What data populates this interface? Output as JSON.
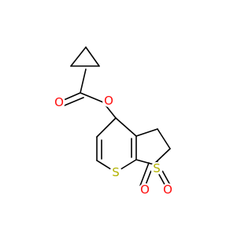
{
  "molecule": {
    "atoms": [
      {
        "id": "O_carbonyl",
        "symbol": "O",
        "color": "#ff0d0d"
      },
      {
        "id": "O_ester",
        "symbol": "O",
        "color": "#ff0d0d"
      },
      {
        "id": "S_ring",
        "symbol": "S",
        "color": "#b2b200"
      },
      {
        "id": "S_sulfone",
        "symbol": "S",
        "color": "#b2b200"
      },
      {
        "id": "O_sulfone_1",
        "symbol": "O",
        "color": "#ff0d0d"
      },
      {
        "id": "O_sulfone_2",
        "symbol": "O",
        "color": "#ff0d0d"
      }
    ],
    "bond_color": "#000000"
  }
}
